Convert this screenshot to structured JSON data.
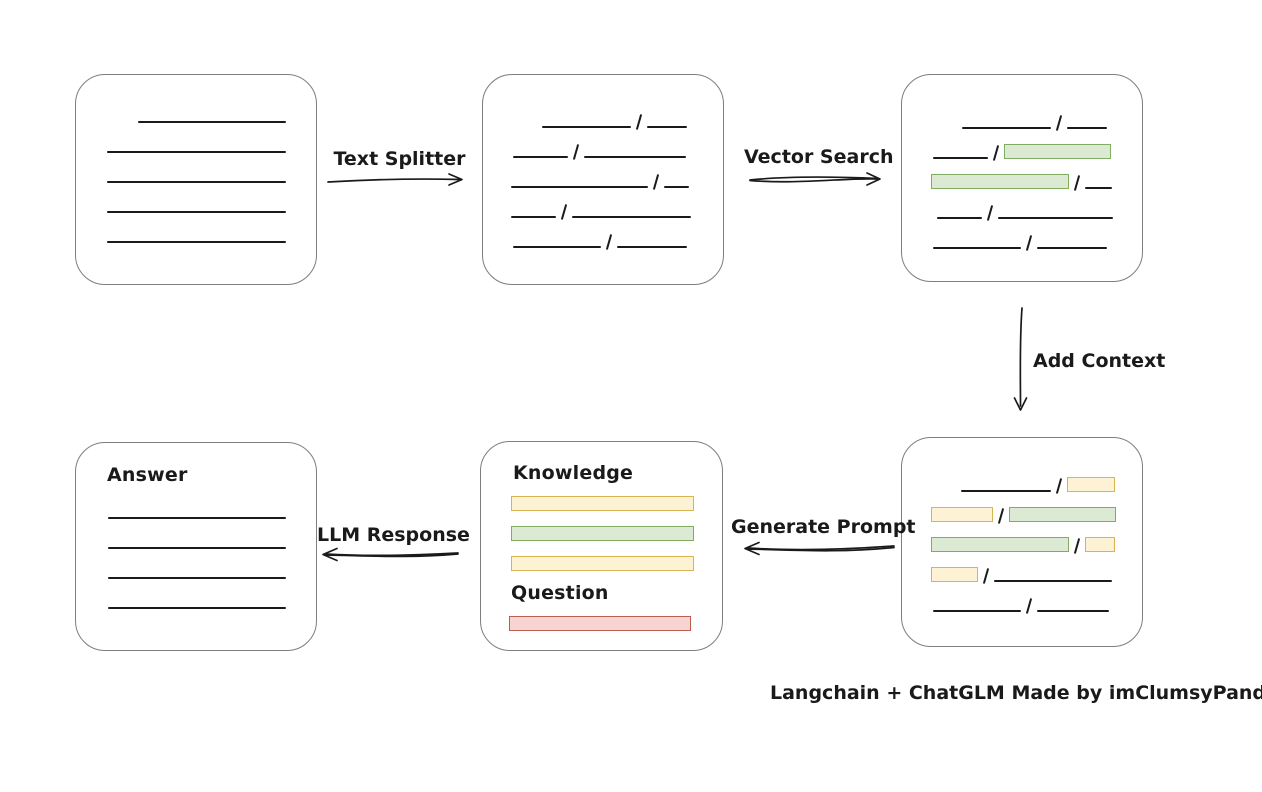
{
  "caption": "Langchain + ChatGLM Made by imClumsyPanda",
  "colors": {
    "stroke": "#1a1a1a",
    "box_border": "#7e7e7e",
    "green_fill": "#dcead3",
    "green_border": "#7fae63",
    "yellow_fill": "#fdf3d4",
    "yellow_border": "#d8b452",
    "red_fill": "#f6d4d0",
    "red_border": "#bf5b52"
  },
  "edges": {
    "text_splitter": "Text Splitter",
    "vector_search": "Vector Search",
    "add_context": "Add Context",
    "generate_prompt": "Generate Prompt",
    "llm_response": "LLM Response"
  },
  "boxes": {
    "document": {
      "rows": [
        [
          {
            "t": "gap",
            "w": 31
          },
          {
            "t": "line",
            "w": 148
          }
        ],
        [
          {
            "t": "line",
            "w": 179
          }
        ],
        [
          {
            "t": "line",
            "w": 179
          }
        ],
        [
          {
            "t": "line",
            "w": 179
          }
        ],
        [
          {
            "t": "line",
            "w": 179
          }
        ]
      ]
    },
    "split_text": {
      "rows": [
        [
          {
            "t": "gap",
            "w": 31
          },
          {
            "t": "line",
            "w": 89
          },
          {
            "t": "slash"
          },
          {
            "t": "line",
            "w": 40
          }
        ],
        [
          {
            "t": "gap",
            "w": 2
          },
          {
            "t": "line",
            "w": 55
          },
          {
            "t": "slash"
          },
          {
            "t": "line",
            "w": 102
          }
        ],
        [
          {
            "t": "line",
            "w": 137
          },
          {
            "t": "slash"
          },
          {
            "t": "line",
            "w": 25
          }
        ],
        [
          {
            "t": "line",
            "w": 45
          },
          {
            "t": "slash"
          },
          {
            "t": "line",
            "w": 119
          }
        ],
        [
          {
            "t": "gap",
            "w": 2
          },
          {
            "t": "line",
            "w": 88
          },
          {
            "t": "slash"
          },
          {
            "t": "line",
            "w": 70
          }
        ]
      ]
    },
    "search_result": {
      "rows": [
        [
          {
            "t": "gap",
            "w": 31
          },
          {
            "t": "line",
            "w": 89
          },
          {
            "t": "slash"
          },
          {
            "t": "line",
            "w": 40
          }
        ],
        [
          {
            "t": "gap",
            "w": 2
          },
          {
            "t": "line",
            "w": 55
          },
          {
            "t": "slash"
          },
          {
            "t": "green",
            "w": 107
          }
        ],
        [
          {
            "t": "green",
            "w": 138
          },
          {
            "t": "slash"
          },
          {
            "t": "line",
            "w": 27
          }
        ],
        [
          {
            "t": "gap",
            "w": 6
          },
          {
            "t": "line",
            "w": 45
          },
          {
            "t": "slash"
          },
          {
            "t": "line",
            "w": 115
          }
        ],
        [
          {
            "t": "gap",
            "w": 2
          },
          {
            "t": "line",
            "w": 88
          },
          {
            "t": "slash"
          },
          {
            "t": "line",
            "w": 70
          }
        ]
      ]
    },
    "context_result": {
      "rows": [
        [
          {
            "t": "gap",
            "w": 30
          },
          {
            "t": "line",
            "w": 90
          },
          {
            "t": "slash"
          },
          {
            "t": "yellow",
            "w": 48
          }
        ],
        [
          {
            "t": "yellow",
            "w": 62
          },
          {
            "t": "slash"
          },
          {
            "t": "green",
            "w": 107
          }
        ],
        [
          {
            "t": "green",
            "w": 138
          },
          {
            "t": "slash"
          },
          {
            "t": "yellow",
            "w": 30
          }
        ],
        [
          {
            "t": "yellow",
            "w": 47
          },
          {
            "t": "slash"
          },
          {
            "t": "line",
            "w": 118
          }
        ],
        [
          {
            "t": "gap",
            "w": 2
          },
          {
            "t": "line",
            "w": 88
          },
          {
            "t": "slash"
          },
          {
            "t": "line",
            "w": 72
          }
        ]
      ]
    },
    "prompt": {
      "knowledge_label": "Knowledge",
      "question_label": "Question",
      "knowledge_rows": [
        [
          {
            "t": "yellow",
            "w": 183
          }
        ],
        [
          {
            "t": "green",
            "w": 183
          }
        ],
        [
          {
            "t": "yellow",
            "w": 183
          }
        ]
      ],
      "question_rows": [
        [
          {
            "t": "red",
            "w": 182
          }
        ]
      ]
    },
    "answer": {
      "label": "Answer",
      "rows": [
        [
          {
            "t": "line",
            "w": 178
          }
        ],
        [
          {
            "t": "line",
            "w": 178
          }
        ],
        [
          {
            "t": "line",
            "w": 178
          }
        ],
        [
          {
            "t": "line",
            "w": 178
          }
        ]
      ]
    }
  }
}
